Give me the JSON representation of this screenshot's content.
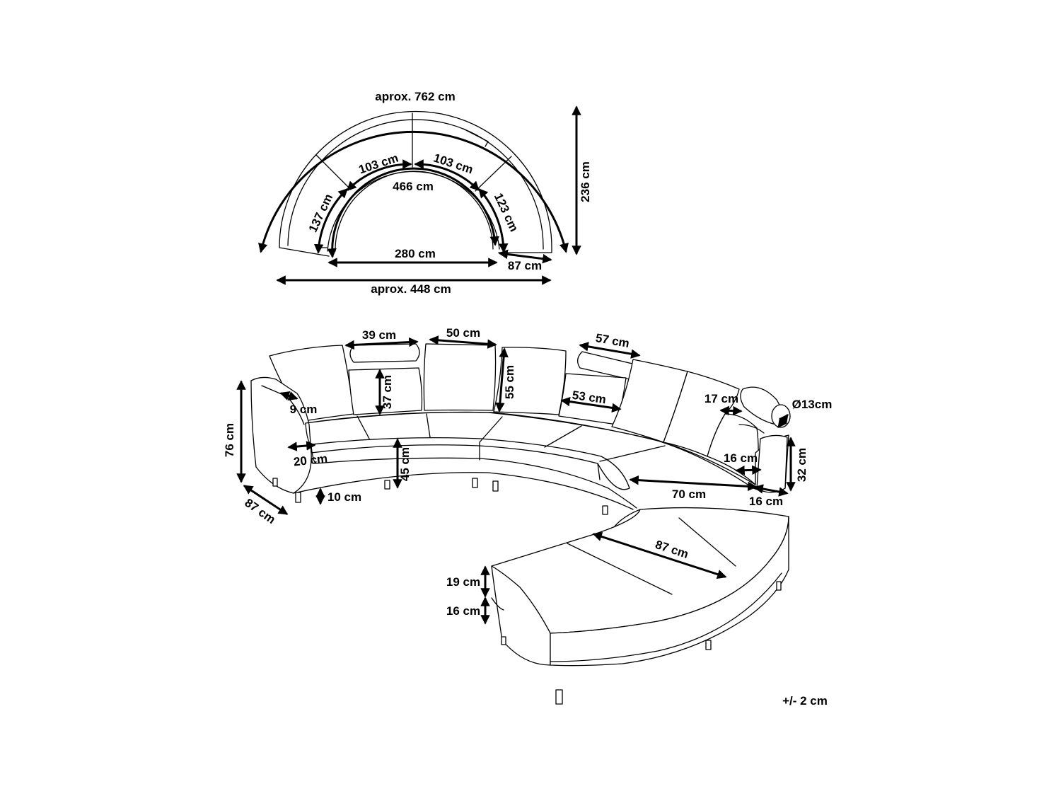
{
  "top_view": {
    "outer_arc": "aprox. 762 cm",
    "width_total": "aprox. 448 cm",
    "inner_width": "280 cm",
    "inner_arc": "466 cm",
    "seat_left_upper": "103 cm",
    "seat_right_upper": "103 cm",
    "seat_left_end": "137 cm",
    "seat_right_end": "123 cm",
    "depth": "87 cm",
    "height": "236 cm"
  },
  "front_view": {
    "pillow_top_left": "39 cm",
    "pillow_top_mid": "50 cm",
    "pillow_top_right": "57 cm",
    "pillow_height_small": "37 cm",
    "pillow_height_large": "55 cm",
    "pillow_width_mid": "53 cm",
    "arm_top": "9 cm",
    "arm_width": "20 cm",
    "overall_height": "76 cm",
    "overall_depth": "87 cm",
    "leg_height": "10 cm",
    "seat_height": "45 cm",
    "roll_width": "17 cm",
    "roll_diameter": "Ø13cm",
    "roll_side": "16 cm",
    "seat_depth_right": "70 cm",
    "side_bottom": "16 cm",
    "side_height": "32 cm",
    "chaise_depth": "87 cm",
    "cushion_height": "19 cm",
    "base_height": "16 cm"
  },
  "tolerance": "+/- 2 cm"
}
